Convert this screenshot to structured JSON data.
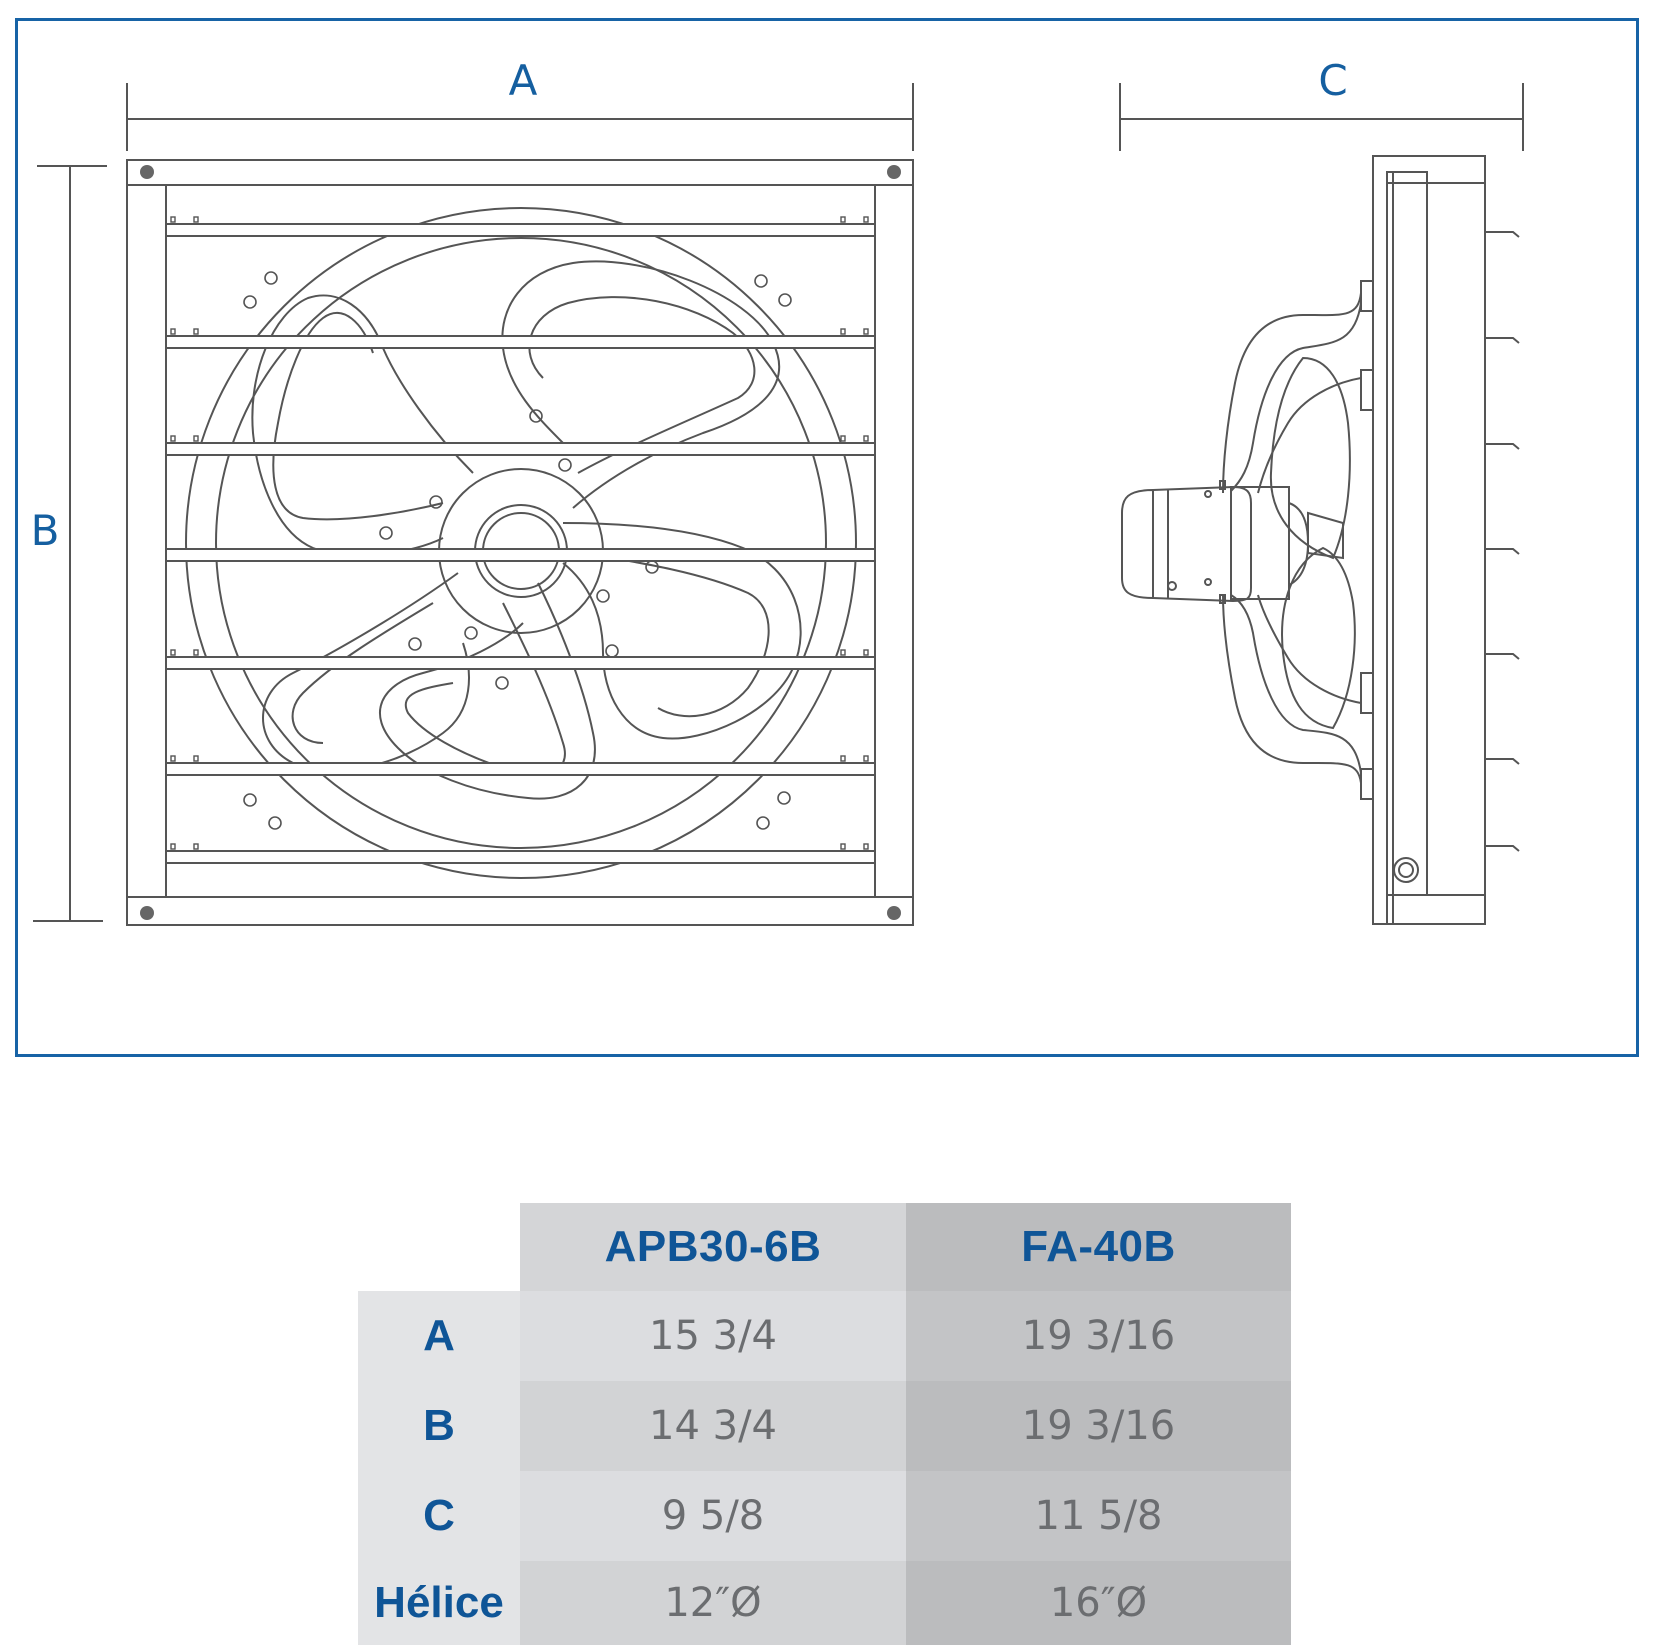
{
  "diagram": {
    "dim_a_label": "A",
    "dim_b_label": "B",
    "dim_c_label": "C",
    "line_color": "#555555",
    "accent_color": "#155fa0"
  },
  "table": {
    "columns": [
      "APB30-6B",
      "FA-40B"
    ],
    "rows": [
      {
        "label": "A",
        "values": [
          "15 3/4",
          "19 3/16"
        ]
      },
      {
        "label": "B",
        "values": [
          "14 3/4",
          "19 3/16"
        ]
      },
      {
        "label": "C",
        "values": [
          "9 5/8",
          "11 5/8"
        ]
      },
      {
        "label": "Hélice",
        "values": [
          "12″Ø",
          "16″Ø"
        ]
      }
    ],
    "header_color": "#0f5597"
  }
}
